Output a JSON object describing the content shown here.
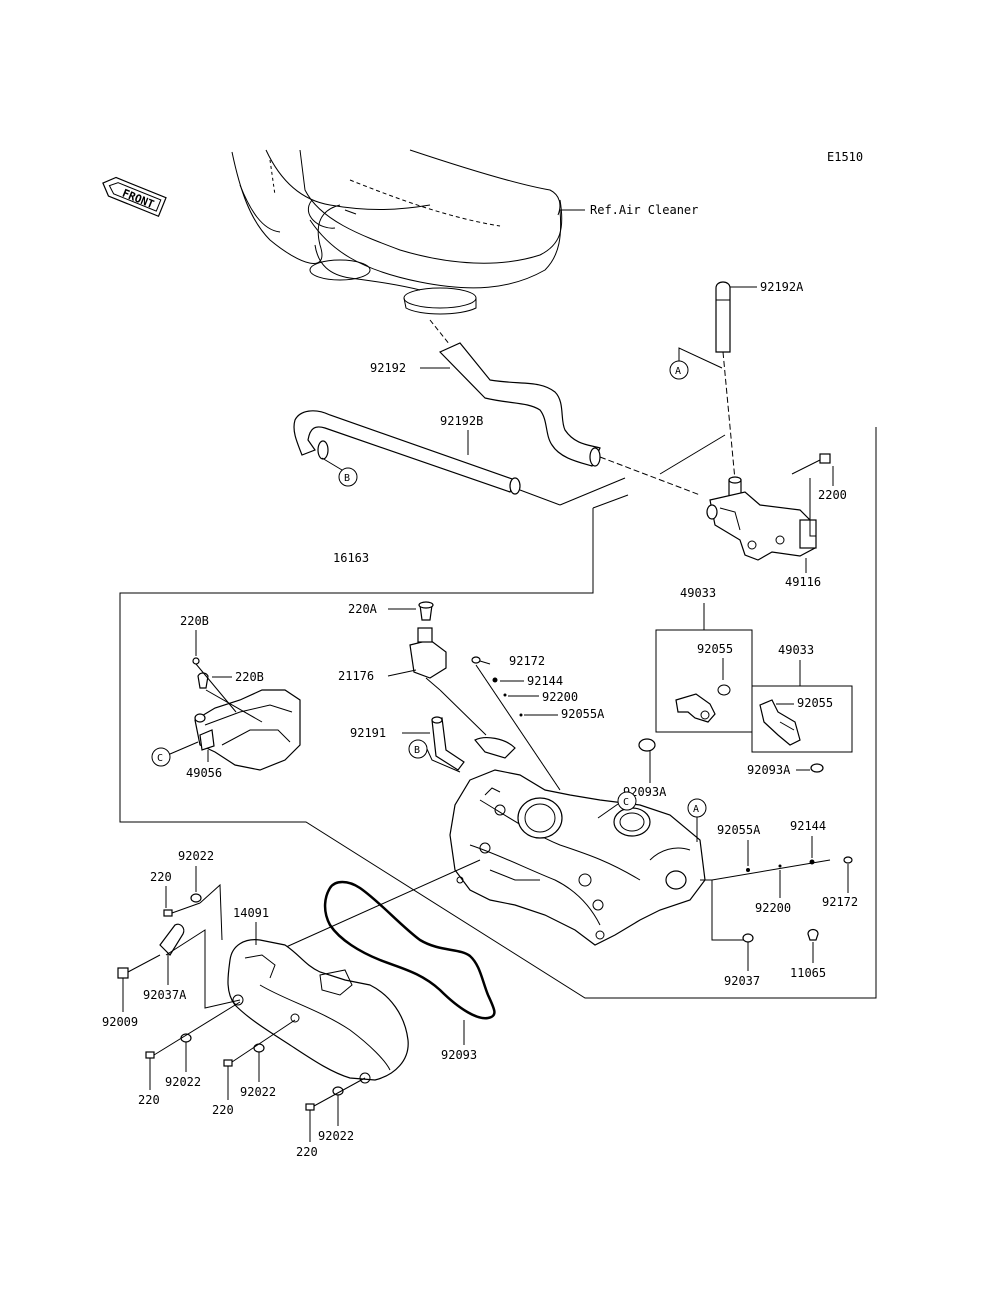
{
  "diagram_code": "E1510",
  "front_label": "FRONT",
  "ref_label": "Ref.Air Cleaner",
  "labels": {
    "p92192A": "92192A",
    "p92192": "92192",
    "p92192B": "92192B",
    "p2200": "2200",
    "p49116": "49116",
    "p16163": "16163",
    "p220A": "220A",
    "p21176": "21176",
    "p92172_top": "92172",
    "p92144_top": "92144",
    "p92200_top": "92200",
    "p92055A_top": "92055A",
    "p92191": "92191",
    "p220B_1": "220B",
    "p220B_2": "220B",
    "p49056": "49056",
    "p49033_1": "49033",
    "p92055_1": "92055",
    "p92093A_1": "92093A",
    "p49033_2": "49033",
    "p92055_2": "92055",
    "p92093A_2": "92093A",
    "p92055A_right": "92055A",
    "p92144_right": "92144",
    "p92200_right": "92200",
    "p92172_right": "92172",
    "p92037": "92037",
    "p11065": "11065",
    "p92022_a": "92022",
    "p220_a": "220",
    "p14091": "14091",
    "p92037A": "92037A",
    "p92009": "92009",
    "p92022_b": "92022",
    "p220_b": "220",
    "p220_c": "220",
    "p92022_c": "92022",
    "p92022_d": "92022",
    "p220_d": "220",
    "p92093": "92093"
  },
  "callouts": {
    "A_top": "A",
    "B_left": "B",
    "C_left": "C",
    "B_mid": "B",
    "C_mid": "C",
    "A_right": "A"
  }
}
